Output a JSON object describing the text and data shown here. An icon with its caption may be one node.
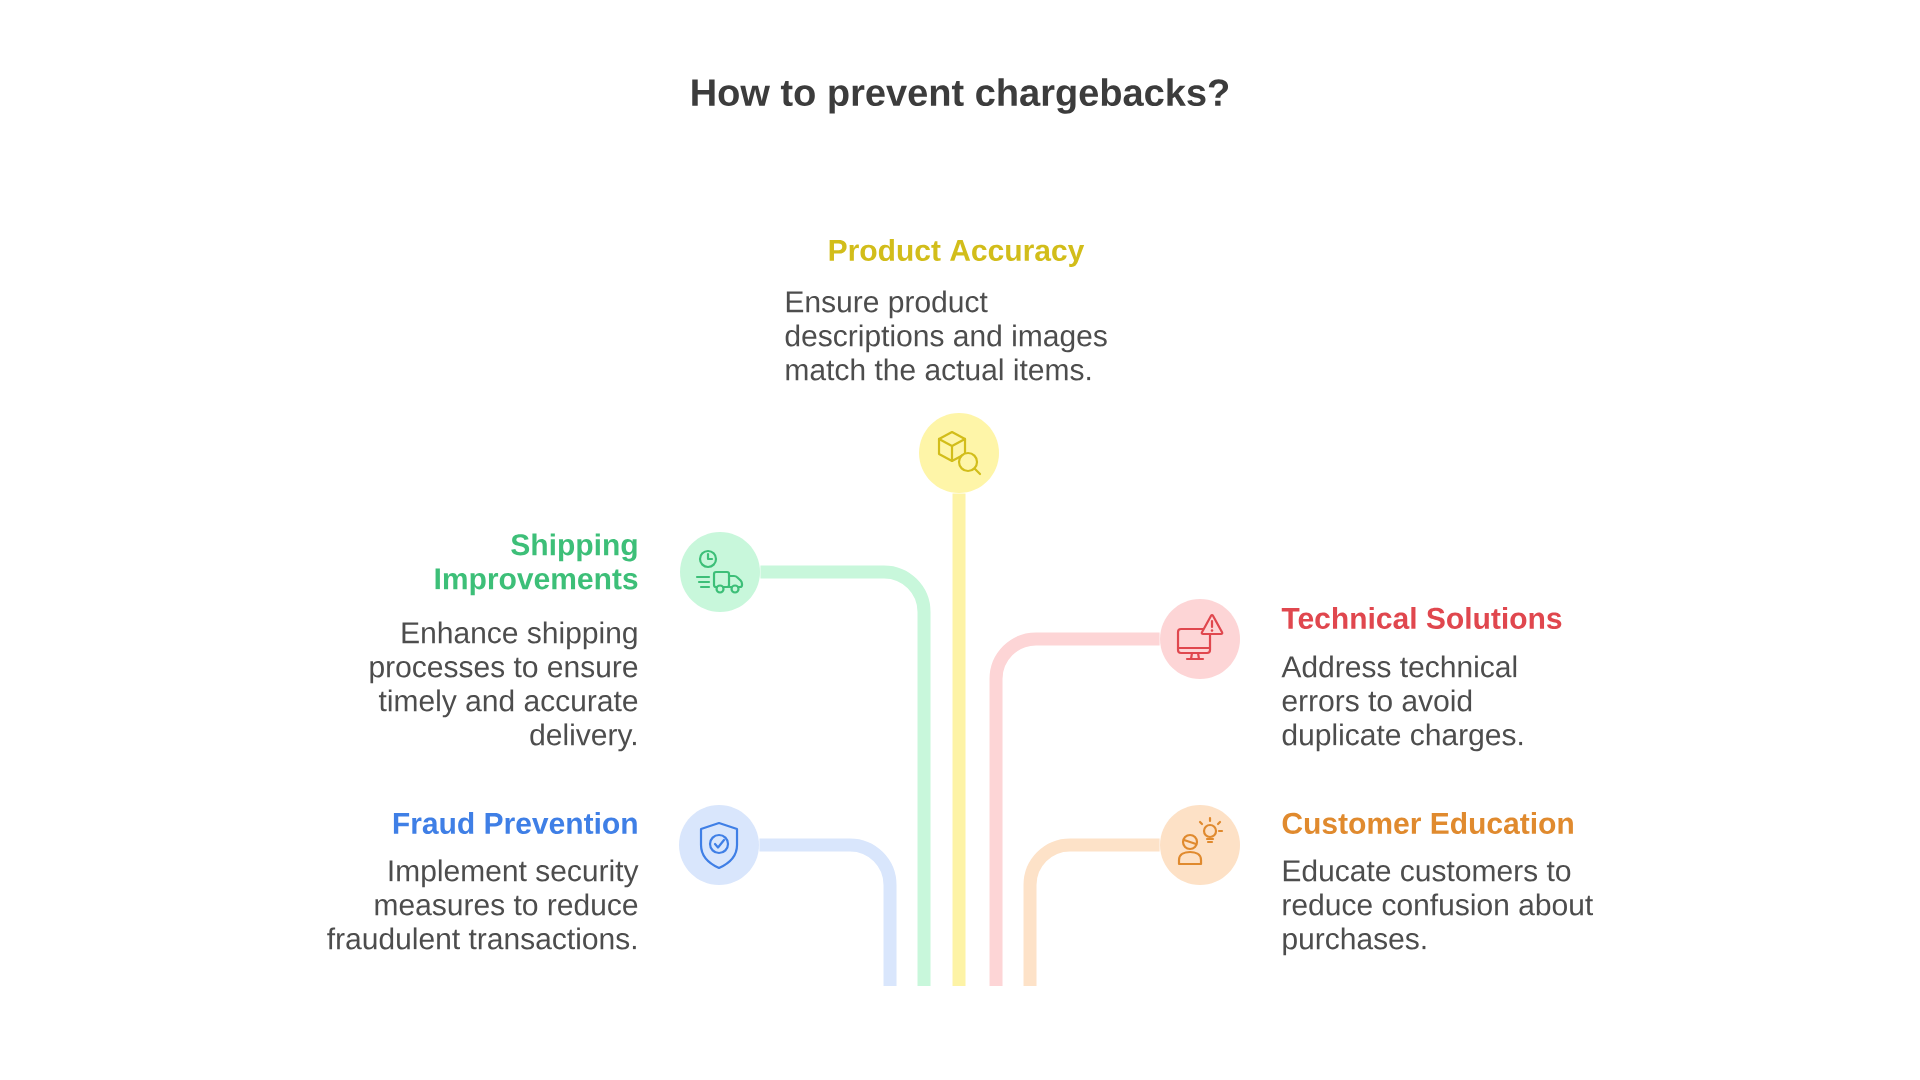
{
  "diagram": {
    "title": "How to prevent chargebacks?",
    "nodes": [
      {
        "text": [
          "Product Accuracy",
          "Ensure product descriptions and images match the actual items."
        ]
      },
      {
        "text": [
          "Shipping Improvements",
          "Enhance shipping processes to ensure timely and accurate delivery."
        ]
      },
      {
        "text": [
          "Technical Solutions",
          "Address technical errors to avoid duplicate charges."
        ]
      },
      {
        "text": [
          "Fraud Prevention",
          "Implement security measures to reduce fraudulent transactions."
        ]
      },
      {
        "text": [
          "Customer Education",
          "Educate customers to reduce confusion about purchases."
        ]
      }
    ],
    "edges": [
      {
        "from": null,
        "to": 0,
        "arrow": "none",
        "color": "#fdf3a6"
      },
      {
        "from": null,
        "to": 1,
        "arrow": "none",
        "color": "#c8f7db"
      },
      {
        "from": null,
        "to": 2,
        "arrow": "none",
        "color": "#fdd5d6"
      },
      {
        "from": null,
        "to": 3,
        "arrow": "none",
        "color": "#d9e6fc"
      },
      {
        "from": null,
        "to": 4,
        "arrow": "none",
        "color": "#fde2c8"
      }
    ]
  }
}
